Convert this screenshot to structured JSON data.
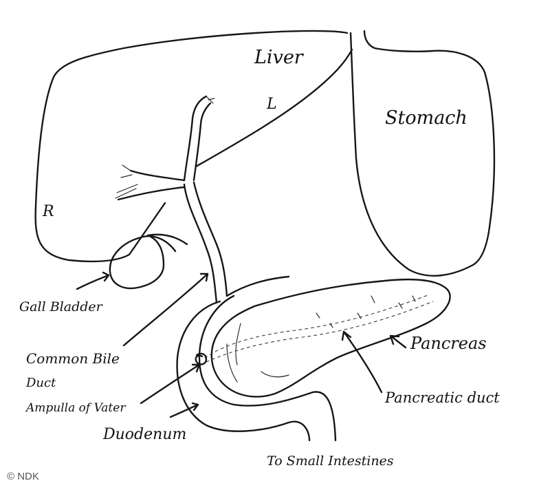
{
  "labels": {
    "liver": "Liver",
    "left_lobe": "L",
    "right_lobe": "R",
    "stomach": "Stomach",
    "gall_bladder": "Gall Bladder",
    "common_bile_duct_1": "Common Bile",
    "common_bile_duct_2": "Duct",
    "ampulla": "Ampulla of Vater",
    "duodenum": "Duodenum",
    "pancreas": "Pancreas",
    "pancreatic_duct": "Pancreatic duct",
    "small_intestine": "To Small Intestines"
  },
  "copyright": "© NDK",
  "colors": {
    "ink": "#161616",
    "background": "#ffffff"
  }
}
